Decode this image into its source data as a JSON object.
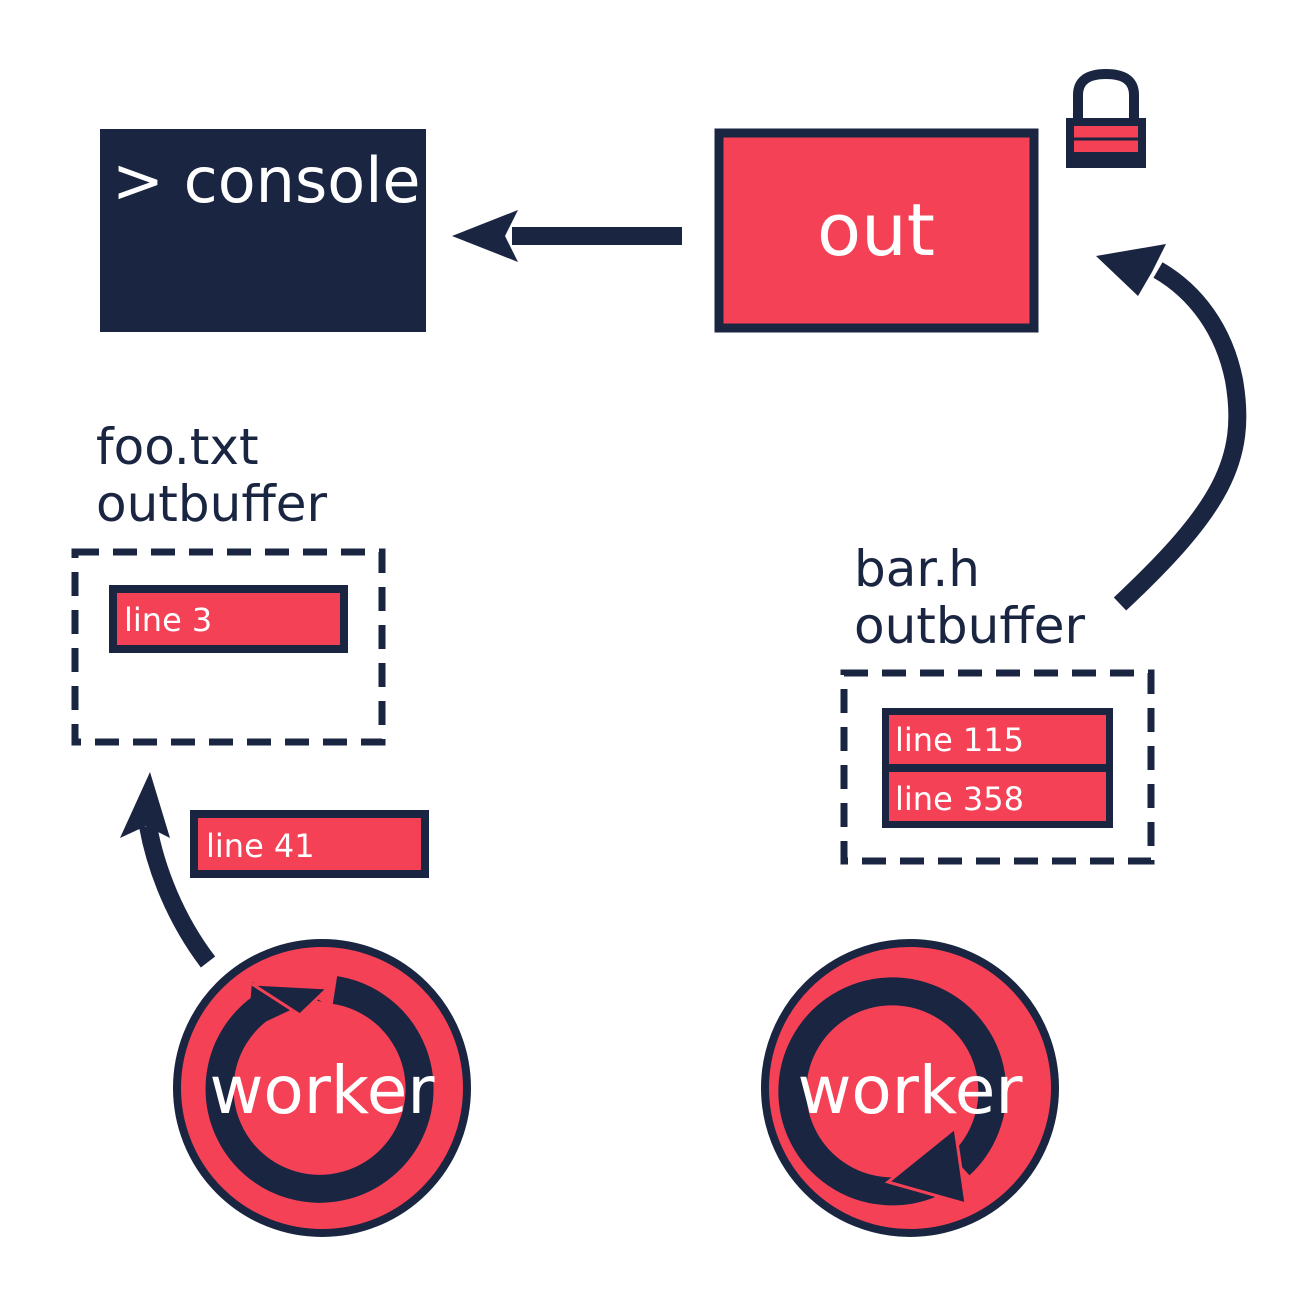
{
  "colors": {
    "navy": "#1a2542",
    "red": "#f54155",
    "white": "#ffffff"
  },
  "console": {
    "label": "> console"
  },
  "out": {
    "label": "out",
    "lock_icon": "lock-icon"
  },
  "buffers": {
    "left": {
      "filename": "foo.txt",
      "title": "outbuffer",
      "lines": [
        "line 3"
      ]
    },
    "right": {
      "filename": "bar.h",
      "title": "outbuffer",
      "lines": [
        "line 115",
        "line 358"
      ]
    }
  },
  "in_flight": {
    "label": "line 41"
  },
  "workers": {
    "left": {
      "label": "worker",
      "icon": "cycle-arrow-icon"
    },
    "right": {
      "label": "worker",
      "icon": "cycle-arrow-icon"
    }
  }
}
